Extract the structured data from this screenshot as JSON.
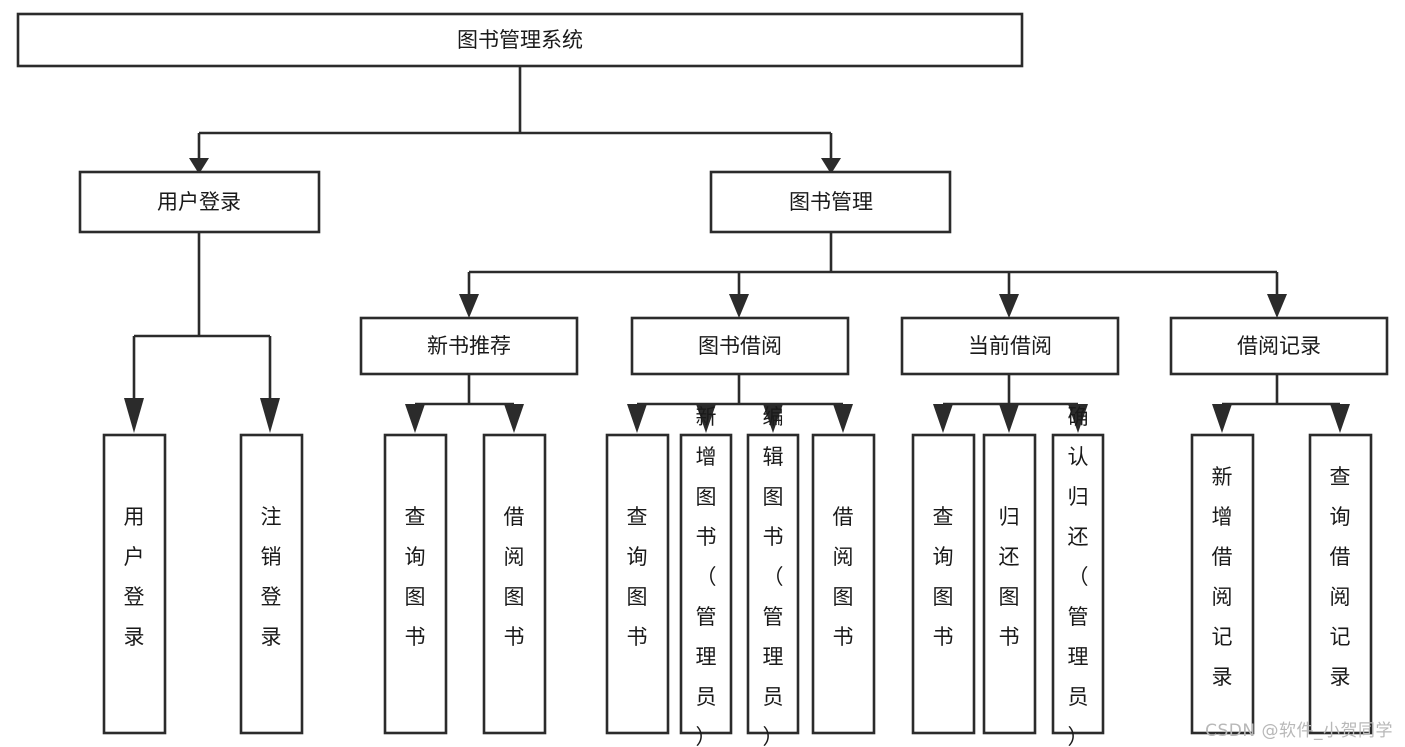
{
  "diagram": {
    "type": "hierarchy-tree",
    "title": "图书管理系统",
    "watermark": "CSDN @软件_小贺同学",
    "colors": {
      "stroke": "#2b2b2b",
      "box_fill": "#ffffff",
      "text": "#1a1a1a",
      "background": "#ffffff",
      "watermark": "#b8b8b8"
    },
    "nodes": {
      "root": {
        "label": "图书管理系统",
        "orientation": "horizontal"
      },
      "level1": [
        {
          "label": "用户登录",
          "orientation": "horizontal"
        },
        {
          "label": "图书管理",
          "orientation": "horizontal"
        }
      ],
      "level2": [
        {
          "label": "新书推荐",
          "orientation": "horizontal"
        },
        {
          "label": "图书借阅",
          "orientation": "horizontal"
        },
        {
          "label": "当前借阅",
          "orientation": "horizontal"
        },
        {
          "label": "借阅记录",
          "orientation": "horizontal"
        }
      ],
      "leaves": [
        {
          "label": "用户登录",
          "orientation": "vertical",
          "parent": "用户登录"
        },
        {
          "label": "注销登录",
          "orientation": "vertical",
          "parent": "用户登录"
        },
        {
          "label": "查询图书",
          "orientation": "vertical",
          "parent": "新书推荐"
        },
        {
          "label": "借阅图书",
          "orientation": "vertical",
          "parent": "新书推荐"
        },
        {
          "label": "查询图书",
          "orientation": "vertical",
          "parent": "图书借阅"
        },
        {
          "label": "新增图书（管理员）",
          "orientation": "vertical",
          "parent": "图书借阅"
        },
        {
          "label": "编辑图书（管理员）",
          "orientation": "vertical",
          "parent": "图书借阅"
        },
        {
          "label": "借阅图书",
          "orientation": "vertical",
          "parent": "图书借阅"
        },
        {
          "label": "查询图书",
          "orientation": "vertical",
          "parent": "当前借阅"
        },
        {
          "label": "归还图书",
          "orientation": "vertical",
          "parent": "当前借阅"
        },
        {
          "label": "确认归还（管理员）",
          "orientation": "vertical",
          "parent": "当前借阅"
        },
        {
          "label": "新增借阅记录",
          "orientation": "vertical",
          "parent": "借阅记录"
        },
        {
          "label": "查询借阅记录",
          "orientation": "vertical",
          "parent": "借阅记录"
        }
      ]
    }
  }
}
